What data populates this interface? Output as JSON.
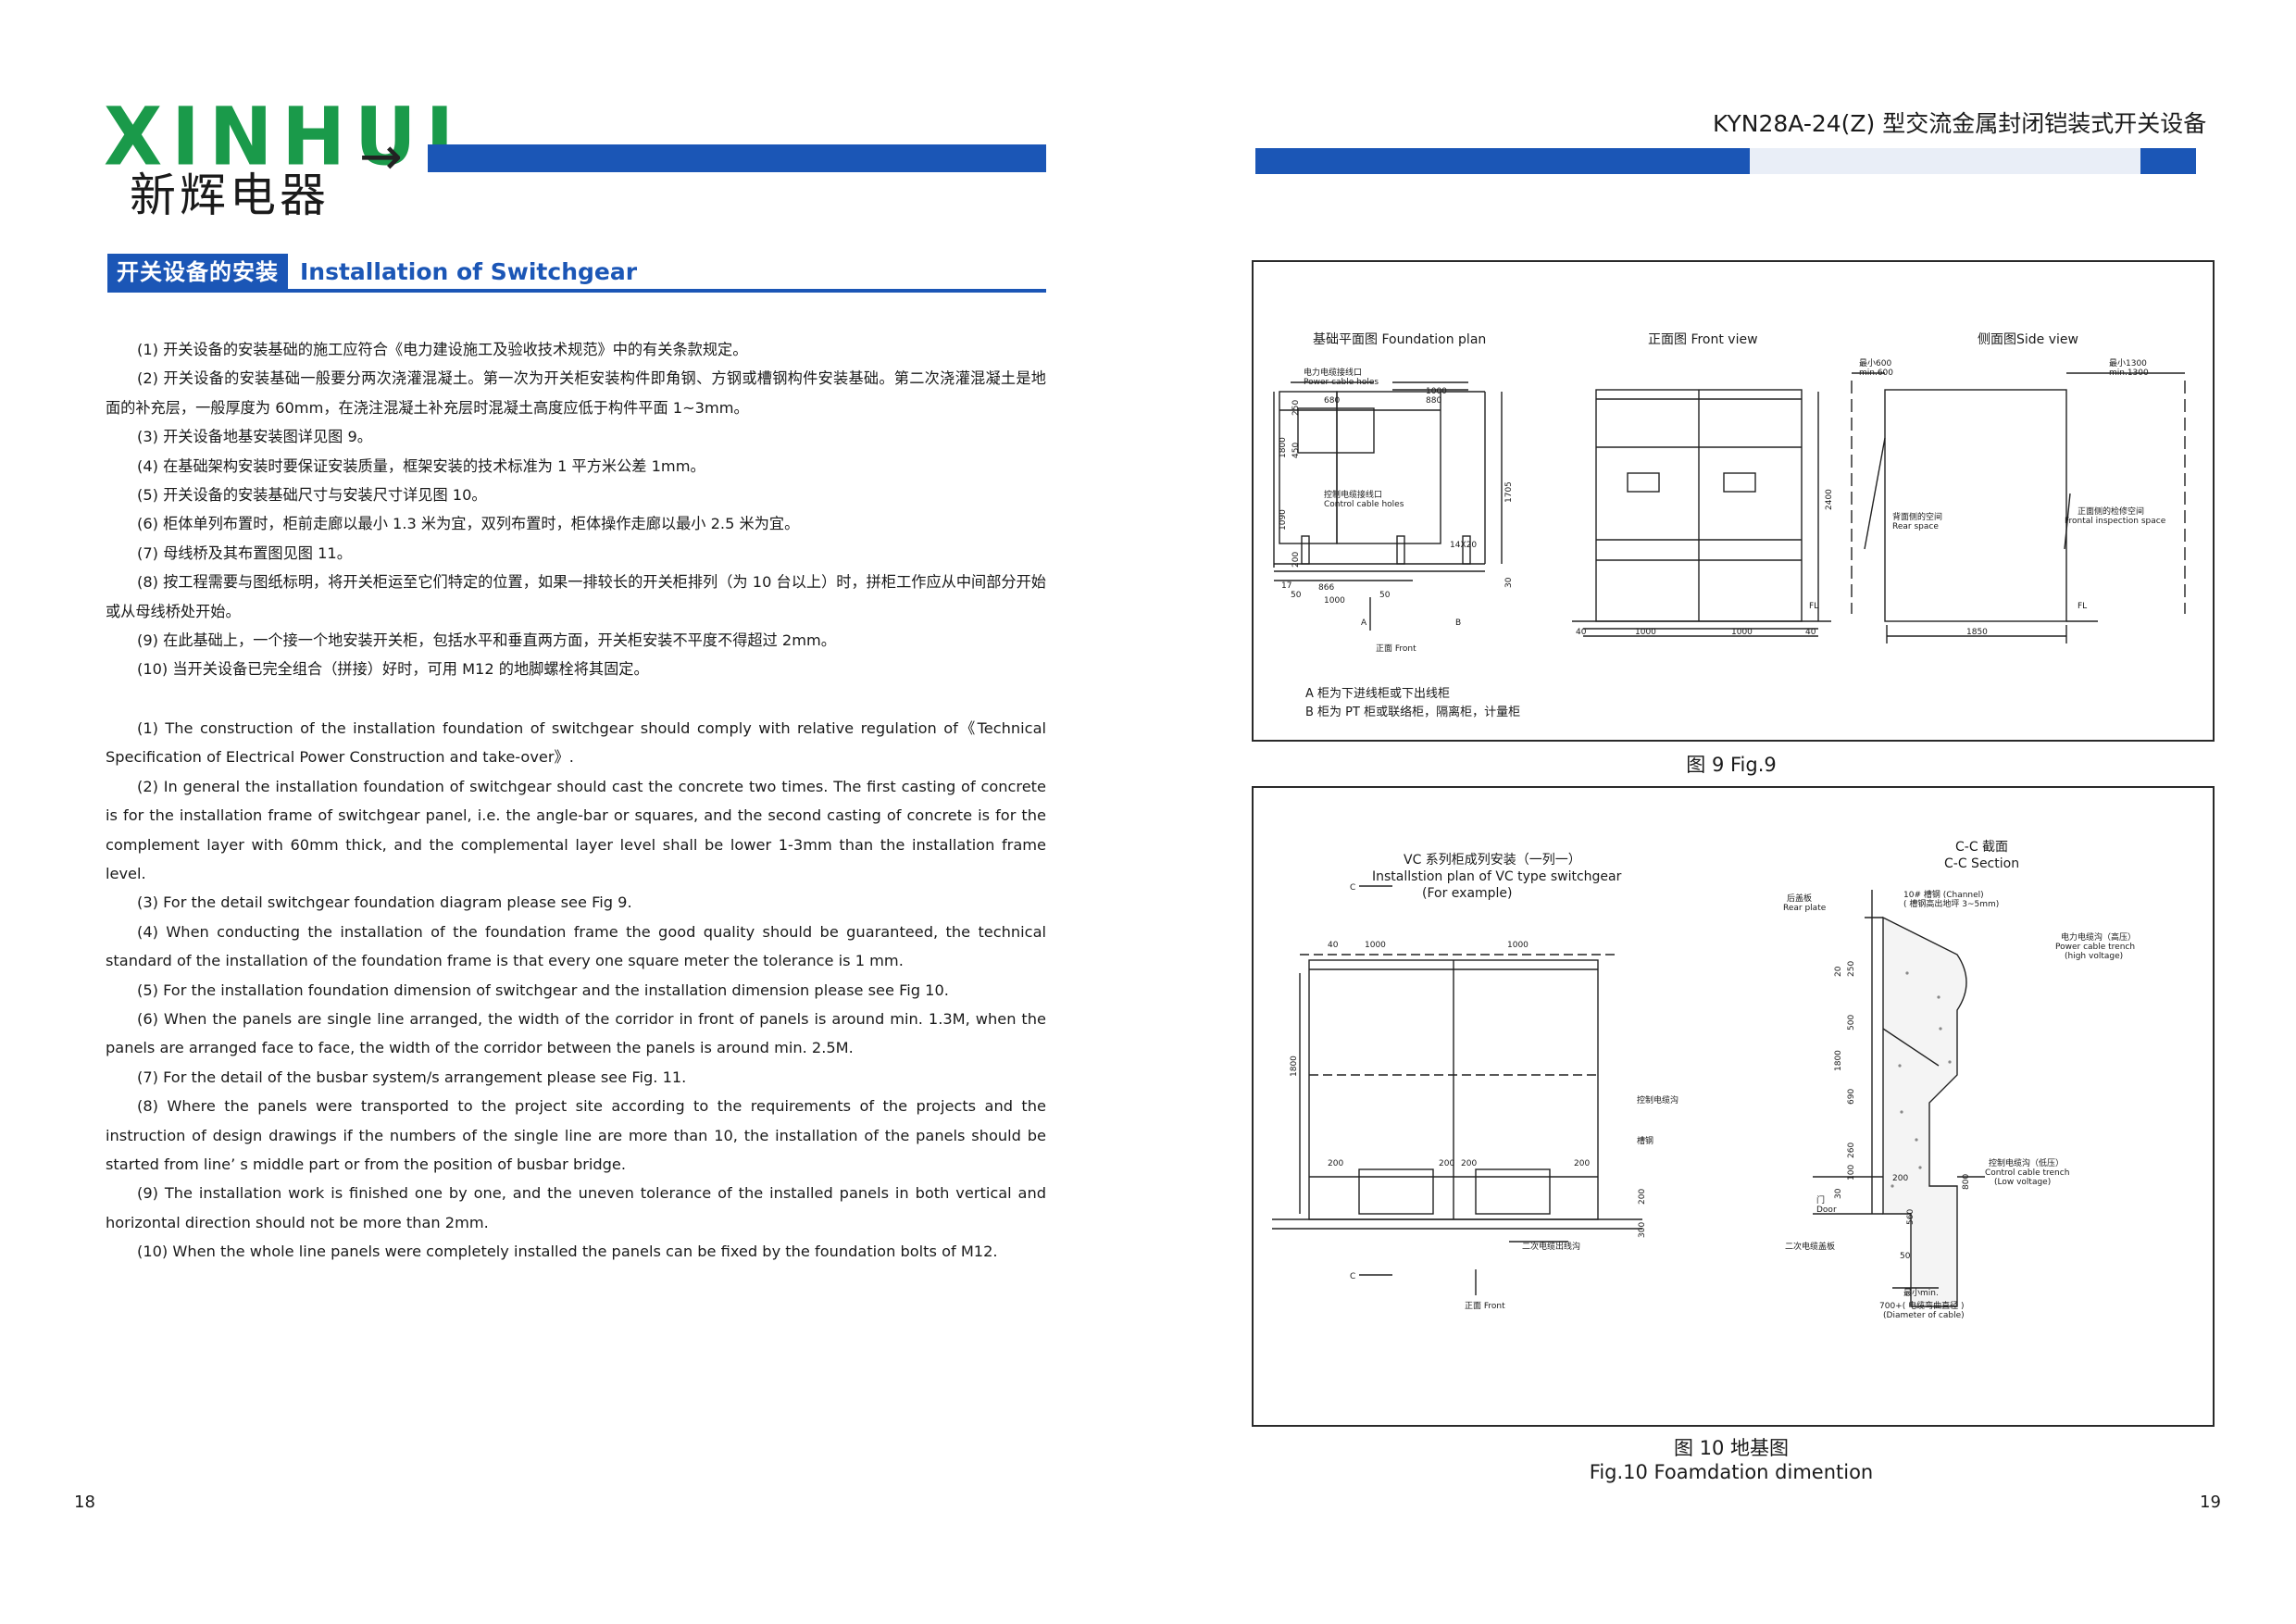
{
  "brand": {
    "logo_text": "XINHUI",
    "logo_cn": "新辉电器",
    "arrow": "→"
  },
  "doc_title": "KYN28A-24(Z) 型交流金属封闭铠装式开关设备",
  "section": {
    "title_cn": "开关设备的安装",
    "title_en": "Installation of Switchgear"
  },
  "colors": {
    "brand_green": "#1a9a4a",
    "brand_blue": "#1b56b6"
  },
  "cn_paragraphs": [
    "(1) 开关设备的安装基础的施工应符合《电力建设施工及验收技术规范》中的有关条款规定。",
    "(2) 开关设备的安装基础一般要分两次浇灌混凝土。第一次为开关柜安装构件即角钢、方钢或槽钢构件安装基础。第二次浇灌混凝土是地面的补充层，一般厚度为 60mm，在浇注混凝土补充层时混凝土高度应低于构件平面 1~3mm。",
    "(3) 开关设备地基安装图详见图 9。",
    "(4) 在基础架构安装时要保证安装质量，框架安装的技术标准为 1 平方米公差 1mm。",
    "(5) 开关设备的安装基础尺寸与安装尺寸详见图 10。",
    "(6) 柜体单列布置时，柜前走廊以最小 1.3 米为宜，双列布置时，柜体操作走廊以最小 2.5 米为宜。",
    "(7) 母线桥及其布置图见图 11。",
    "(8) 按工程需要与图纸标明，将开关柜运至它们特定的位置，如果一排较长的开关柜排列（为 10 台以上）时，拼柜工作应从中间部分开始或从母线桥处开始。",
    "(9) 在此基础上，一个接一个地安装开关柜，包括水平和垂直两方面，开关柜安装不平度不得超过 2mm。",
    "(10) 当开关设备已完全组合（拼接）好时，可用 M12 的地脚螺栓将其固定。"
  ],
  "en_paragraphs": [
    "(1) The construction of the installation foundation of switchgear should comply with relative regulation of《Technical Specification of Electrical Power Construction and take-over》.",
    "(2) In general the installation foundation of switchgear should cast the concrete two times. The first casting of concrete is for the installation frame of switchgear panel, i.e. the angle-bar or squares, and the second casting of concrete is for the complement layer with 60mm thick, and the complemental layer level shall be lower 1-3mm than the installation frame level.",
    "(3) For the detail switchgear foundation diagram please see Fig 9.",
    "(4) When conducting the installation of the foundation frame the good quality should be guaranteed, the technical standard of the installation of the foundation frame is that every one square meter the tolerance is 1 mm.",
    "(5) For the installation foundation dimension of switchgear and the installation dimension please see Fig 10.",
    "(6) When the panels are single line arranged, the width of the corridor in front of panels is around min. 1.3M, when the panels are arranged face to face, the width of the corridor between the panels is around min. 2.5M.",
    "(7) For the detail of the busbar system/s arrangement please see Fig. 11.",
    "(8) Where the panels were transported to the project site according to the requirements of the projects and the instruction of design drawings if the numbers of the single line are more than 10, the installation of the panels should be started from line’ s middle part or from the position of busbar bridge.",
    "(9) The installation work is finished one by one, and the uneven tolerance of the installed panels in both vertical and horizontal direction should not be more than 2mm.",
    "(10) When the whole line panels were completely installed the panels can be fixed by the foundation bolts of M12."
  ],
  "page_numbers": {
    "left": "18",
    "right": "19"
  },
  "fig9": {
    "caption": "图 9 Fig.9",
    "foundation_plan": "基础平面图  Foundation plan",
    "front_view": "正面图 Front view",
    "side_view": "侧面图Side view",
    "power_cable_cn": "电力电缆接线口",
    "power_cable_en": "Power cable holes",
    "control_cable_cn": "控制电缆接线口",
    "control_cable_en": "Control cable holes",
    "front_cn": "正面 Front",
    "rear_space_cn": "背面侧的空间",
    "rear_space_en": "Rear space",
    "frontal_cn": "正面侧的检修空间",
    "frontal_en": "Frontal inspection space",
    "min600_a": "最小600",
    "min600_b": "min.600",
    "min1300_a": "最小1300",
    "min1300_b": "min.1300",
    "label_a": "A",
    "label_b": "B",
    "label_fl": "FL",
    "note_a": "A 柜为下进线柜或下出线柜",
    "note_b": "B 柜为 PT 柜或联络柜，隔离柜，计量柜",
    "dims": {
      "d680": "680",
      "d1000": "1000",
      "d880": "880",
      "d1800": "1800",
      "d1090": "1090",
      "d450": "450",
      "d250": "250",
      "d200": "200",
      "d1705": "1705",
      "d14x20": "14X20",
      "d866": "866",
      "d50": "50",
      "d17": "17",
      "d30": "30",
      "d2400": "2400",
      "d40": "40",
      "d1850": "1850"
    }
  },
  "fig10": {
    "caption_cn": "图 10 地基图",
    "caption_en": "Fig.10 Foamdation dimention",
    "vc_title_cn": "VC 系列柜成列安装（一列一）",
    "vc_title_en": "Installstion plan of VC type switchgear",
    "vc_example": "(For example)",
    "section_cn": "C-C 截面",
    "section_en": "C-C Section",
    "label_c": "C",
    "front_cn": "正面 Front",
    "control_trench_cn": "控制电缆沟",
    "channel_steel_cn": "槽钢",
    "secondary_outlet_cn": "二次电缆出线沟",
    "rear_plate_cn": "后盖板",
    "rear_plate_en": "Rear plate",
    "channel_cn": "10# 槽钢 (Channel)",
    "channel_note": "( 槽钢高出地坪 3~5mm)",
    "power_trench_cn": "电力电缆沟（高压）",
    "power_trench_en": "Power cable trench",
    "power_trench_en2": "(high voltage)",
    "ctrl_trench_cn": "控制电缆沟（低压）",
    "ctrl_trench_en": "Control cable trench",
    "ctrl_trench_en2": "(Low voltage)",
    "door_cn": "门",
    "door_en": "Door",
    "sec_cover_cn": "二次电缆盖板",
    "min300": "最小min.",
    "diam_a": "700+( 电缆弯曲直径 )",
    "diam_b": "(Diameter of cable)",
    "dims": {
      "d40": "40",
      "d1000": "1000",
      "d1800": "1800",
      "d200": "200",
      "d300": "300",
      "d20": "20",
      "d250": "250",
      "d500": "500",
      "d690": "690",
      "d260": "260",
      "d100": "100",
      "d30": "30",
      "d560": "560",
      "d50": "50",
      "d800": "800"
    }
  }
}
